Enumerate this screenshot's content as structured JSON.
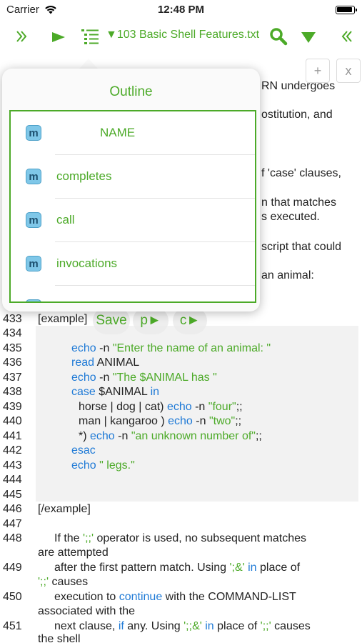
{
  "status": {
    "carrier": "Carrier",
    "time": "12:48 PM"
  },
  "toolbar": {
    "title": "▼103 Basic Shell Features.txt"
  },
  "tabs": {
    "plus": "+",
    "close": "x"
  },
  "background_text": [
    "RN undergoes",
    "ostitution, and",
    "f 'case' clauses,",
    "n that matches",
    "s executed.",
    "script that could",
    "an animal:"
  ],
  "popover": {
    "title": "Outline",
    "items": [
      {
        "label": "NAME"
      },
      {
        "label": "completes"
      },
      {
        "label": "call"
      },
      {
        "label": "invocations"
      }
    ],
    "icon_letter": "m"
  },
  "floating": {
    "save": "Save",
    "p": "p►",
    "c": "c►"
  },
  "line_numbers": [
    "433",
    "434",
    "435",
    "436",
    "437",
    "438",
    "439",
    "440",
    "441",
    "442",
    "443",
    "444",
    "445",
    "446",
    "447",
    "448",
    "449",
    "450",
    "451"
  ],
  "code": {
    "l433": "[example]",
    "l435a": "echo",
    "l435b": " -n ",
    "l435c": "\"Enter the name of an animal: \"",
    "l436a": "read",
    "l436b": " ANIMAL",
    "l437a": "echo",
    "l437b": " -n ",
    "l437c": "\"The $ANIMAL has \"",
    "l438a": "case",
    "l438b": " $ANIMAL ",
    "l438c": "in",
    "l439a": "horse | dog | cat) ",
    "l439b": "echo",
    "l439c": " -n ",
    "l439d": "\"four\"",
    "l439e": ";;",
    "l440a": "man | kangaroo ) ",
    "l440b": "echo",
    "l440c": " -n ",
    "l440d": "\"two\"",
    "l440e": ";;",
    "l441a": "*) ",
    "l441b": "echo",
    "l441c": " -n ",
    "l441d": "\"an unknown number of\"",
    "l441e": ";;",
    "l442": "esac",
    "l443a": "echo",
    "l443b": " ",
    "l443c": "\" legs.\"",
    "l446": "[/example]",
    "l448a": "If the ",
    "l448b": "';;'",
    "l448c": " operator is used, no subsequent matches",
    "l448d": "are attempted",
    "l449a": "after the first pattern match.  Using ",
    "l449b": "';&'",
    "l449c": " ",
    "l449d": "in",
    "l449e": " place of",
    "l449f": "';;'",
    "l449g": " causes",
    "l450a": "execution to ",
    "l450b": "continue",
    "l450c": " with the COMMAND-LIST",
    "l450d": "associated with the",
    "l451a": "next clause, ",
    "l451b": "if",
    "l451c": " any.  Using ",
    "l451d": "';;&'",
    "l451e": " ",
    "l451f": "in",
    "l451g": " place of ",
    "l451h": "';;'",
    "l451i": " causes",
    "l451j": "the shell"
  }
}
